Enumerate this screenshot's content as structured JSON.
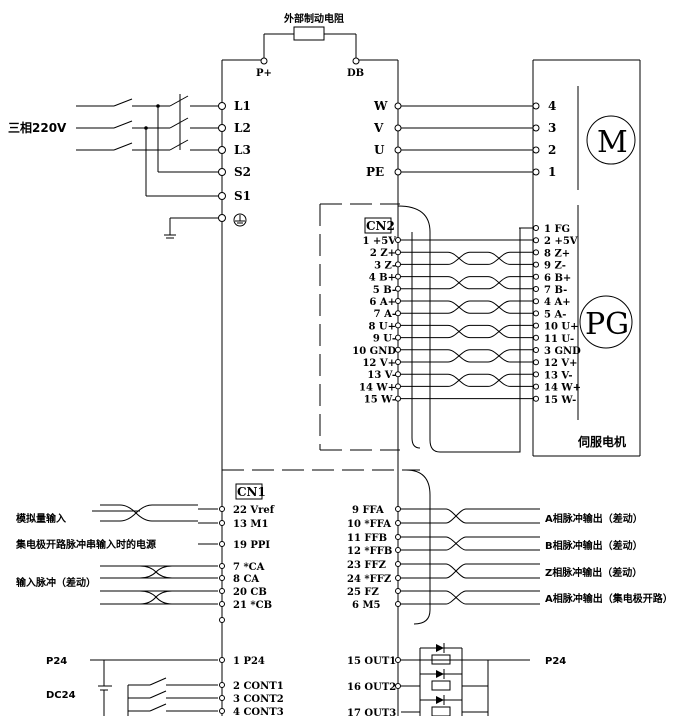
{
  "resistor": {
    "label": "外部制动电阻",
    "p_plus": "P+",
    "db": "DB"
  },
  "power": {
    "supply_label": "三相220V",
    "inputs": [
      "L1",
      "L2",
      "L3",
      "S2",
      "S1"
    ],
    "ground_symbol": "⏚"
  },
  "motor_out": {
    "drive": [
      "W",
      "V",
      "U",
      "PE"
    ],
    "motor": [
      "4",
      "3",
      "2",
      "1"
    ],
    "motor_symbol": "M"
  },
  "cn2": {
    "title": "CN2",
    "left": [
      "1 +5V",
      "2 Z+",
      "3 Z-",
      "4 B+",
      "5 B-",
      "6 A+",
      "7 A-",
      "8 U+",
      "9 U-",
      "10 GND",
      "12 V+",
      "13 V-",
      "14 W+",
      "15 W-"
    ],
    "right": [
      "1 FG",
      "2 +5V",
      "8 Z+",
      "9 Z-",
      "6 B+",
      "7 B-",
      "4 A+",
      "5 A-",
      "10 U+",
      "11 U-",
      "3 GND",
      "12 V+",
      "13 V-",
      "14 W+",
      "15 W-"
    ],
    "encoder_symbol": "PG",
    "servo_motor_label": "伺服电机"
  },
  "cn1": {
    "title": "CN1",
    "left_pins": [
      "22 Vref",
      "13 M1",
      "19 PPI",
      "7  *CA",
      "8  CA",
      "20 CB",
      "21 *CB",
      "1 P24",
      "2 CONT1",
      "3 CONT2",
      "4 CONT3"
    ],
    "right_pins": [
      "9  FFA",
      "10 *FFA",
      "11 FFB",
      "12 *FFB",
      "23 FFZ",
      "24 *FFZ",
      "25 FZ",
      "6  M5",
      "15 OUT1",
      "16 OUT2",
      "17 OUT3"
    ],
    "left_labels": [
      "模拟量输入",
      "集电极开路脉冲串输入时的电源",
      "输入脉冲（差动）",
      "P24",
      "DC24"
    ],
    "right_labels": [
      "A相脉冲输出（差动）",
      "B相脉冲输出（差动）",
      "Z相脉冲输出（差动）",
      "A相脉冲输出（集电极开路）",
      "P24"
    ]
  }
}
